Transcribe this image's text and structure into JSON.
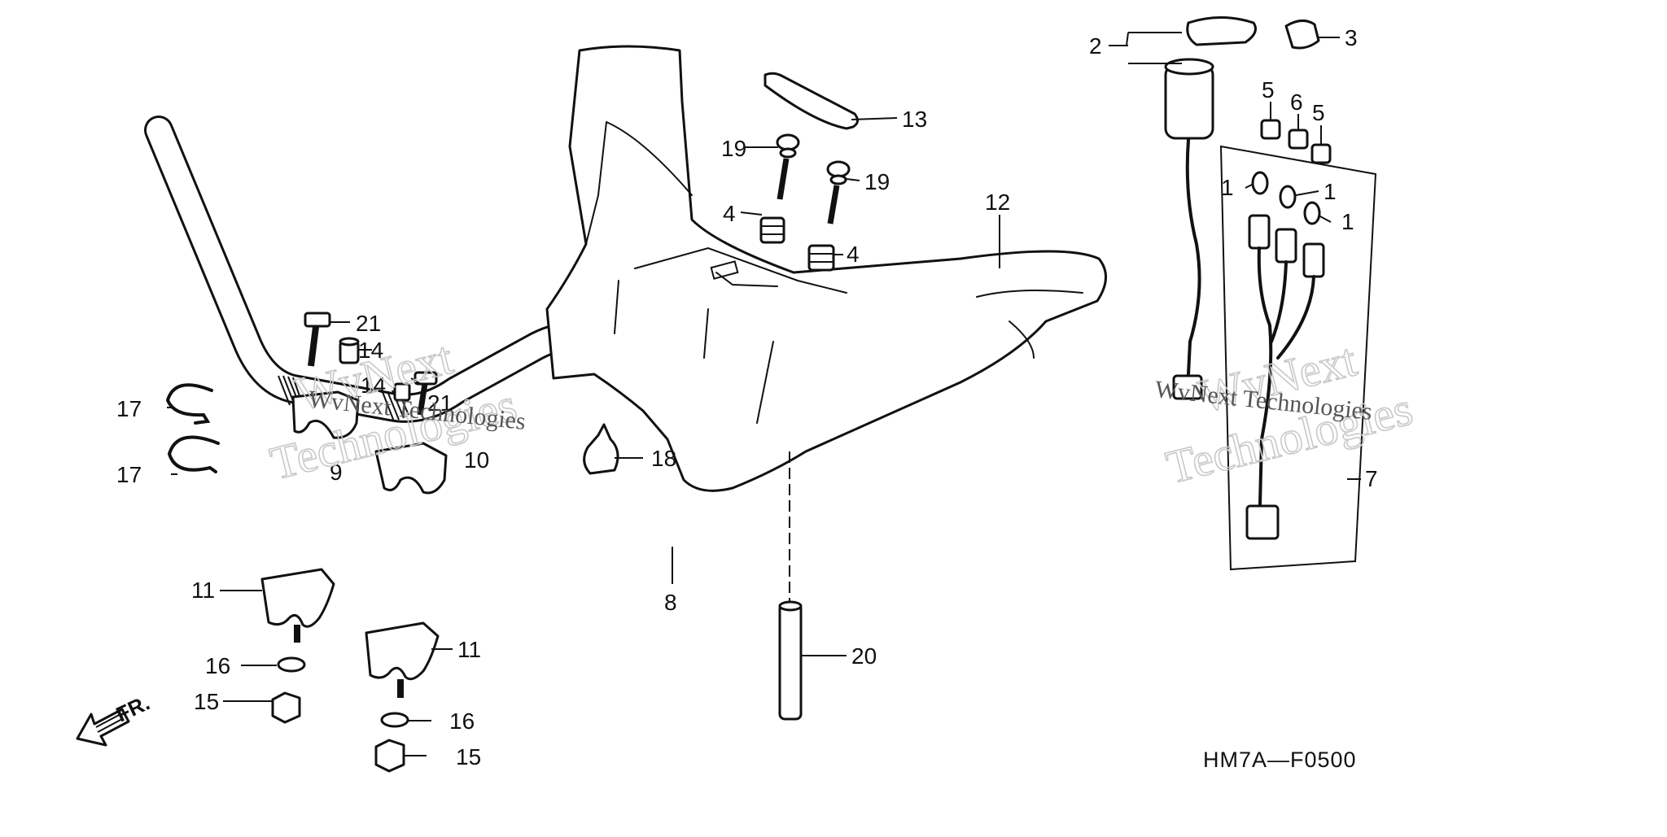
{
  "diagram": {
    "code": "HM7A—F0500",
    "front_label": "FR.",
    "watermark_line1": "WvNext",
    "watermark_line2": "Technologies",
    "watermark_overlay": "WvNext Technologies",
    "callouts": {
      "c1a": "1",
      "c1b": "1",
      "c1c": "1",
      "c2": "2",
      "c3": "3",
      "c4a": "4",
      "c4b": "4",
      "c5a": "5",
      "c5b": "5",
      "c6": "6",
      "c7": "7",
      "c8": "8",
      "c9": "9",
      "c10": "10",
      "c11a": "11",
      "c11b": "11",
      "c12": "12",
      "c13": "13",
      "c14a": "14",
      "c14b": "14",
      "c15a": "15",
      "c15b": "15",
      "c16a": "16",
      "c16b": "16",
      "c17a": "17",
      "c17b": "17",
      "c18": "18",
      "c19a": "19",
      "c19b": "19",
      "c20": "20",
      "c21a": "21",
      "c21b": "21"
    }
  }
}
